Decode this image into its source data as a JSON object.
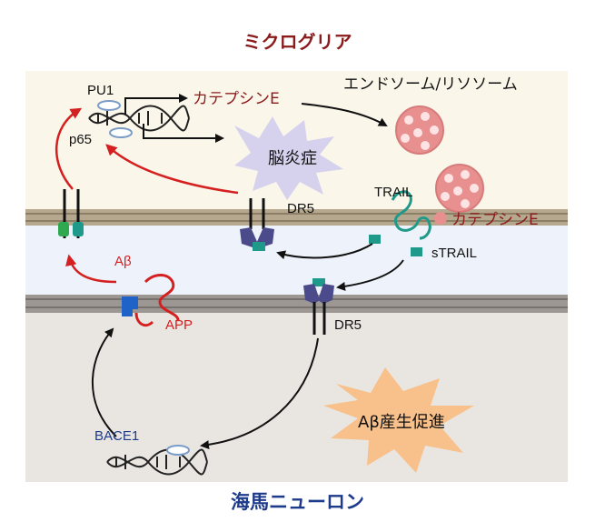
{
  "titles": {
    "microglia": "ミクログリア",
    "neuron": "海馬ニューロン"
  },
  "labels": {
    "pu1": "PU1",
    "p65": "p65",
    "cathepsin_e_top": "カテプシンE",
    "endosome": "エンドソーム/リソソーム",
    "encephalitis": "脳炎症",
    "dr5_upper": "DR5",
    "trail": "TRAIL",
    "cathepsin_e_right": "カテプシンE",
    "strail": "sTRAIL",
    "abeta": "Aβ",
    "app": "APP",
    "dr5_lower": "DR5",
    "abeta_production": "Aβ産生促進",
    "bace1": "BACE1"
  },
  "colors": {
    "microglia_bg": "#fbf6ea",
    "membrane": "#b5a88e",
    "extracellular": "#eef3fb",
    "neuron_bg": "#e9e6e2",
    "red_arrow": "#d42020",
    "black_arrow": "#111111",
    "receptor": "#4b4a8a",
    "teal": "#1f9a8a",
    "burst_purple": "#d6d2ee",
    "burst_orange": "#f8c08a",
    "lysosome": "#e89090"
  }
}
